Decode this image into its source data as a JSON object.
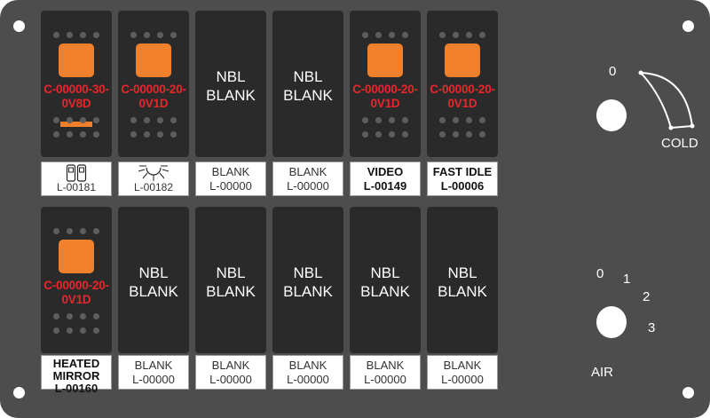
{
  "switches": [
    {
      "type": "rocker",
      "code_line1": "C-00000-30-",
      "code_line2": "0V8D",
      "bar": true
    },
    {
      "type": "rocker",
      "code_line1": "C-00000-20-",
      "code_line2": "0V1D"
    },
    {
      "type": "blank",
      "line1": "NBL",
      "line2": "BLANK"
    },
    {
      "type": "blank",
      "line1": "NBL",
      "line2": "BLANK"
    },
    {
      "type": "rocker",
      "code_line1": "C-00000-20-",
      "code_line2": "0V1D"
    },
    {
      "type": "rocker",
      "code_line1": "C-00000-20-",
      "code_line2": "0V1D"
    },
    {
      "type": "rocker",
      "code_line1": "C-00000-20-",
      "code_line2": "0V1D"
    },
    {
      "type": "blank",
      "line1": "NBL",
      "line2": "BLANK"
    },
    {
      "type": "blank",
      "line1": "NBL",
      "line2": "BLANK"
    },
    {
      "type": "blank",
      "line1": "NBL",
      "line2": "BLANK"
    },
    {
      "type": "blank",
      "line1": "NBL",
      "line2": "BLANK"
    },
    {
      "type": "blank",
      "line1": "NBL",
      "line2": "BLANK"
    }
  ],
  "labels": [
    {
      "icon": "seat-icon",
      "text": "L-00181"
    },
    {
      "icon": "light-icon",
      "text": "L-00182"
    },
    {
      "text": "BLANK",
      "text2": "L-00000"
    },
    {
      "text": "BLANK",
      "text2": "L-00000"
    },
    {
      "text": "VIDEO",
      "text2": "L-00149",
      "bold": true
    },
    {
      "text": "FAST IDLE",
      "text2": "L-00006",
      "bold": true
    },
    {
      "text0": "HEATED",
      "text": "MIRROR",
      "text2": "L-00160",
      "bold": true
    },
    {
      "text": "BLANK",
      "text2": "L-00000"
    },
    {
      "text": "BLANK",
      "text2": "L-00000"
    },
    {
      "text": "BLANK",
      "text2": "L-00000"
    },
    {
      "text": "BLANK",
      "text2": "L-00000"
    },
    {
      "text": "BLANK",
      "text2": "L-00000"
    }
  ],
  "temp_knob": {
    "zero": "0",
    "cold": "COLD"
  },
  "air_knob": {
    "title": "AIR",
    "pos0": "0",
    "pos1": "1",
    "pos2": "2",
    "pos3": "3"
  },
  "colors": {
    "panel": "#4d4d4e",
    "switch": "#2a2a2b",
    "pad": "#f0802b",
    "code": "#e8262b"
  }
}
